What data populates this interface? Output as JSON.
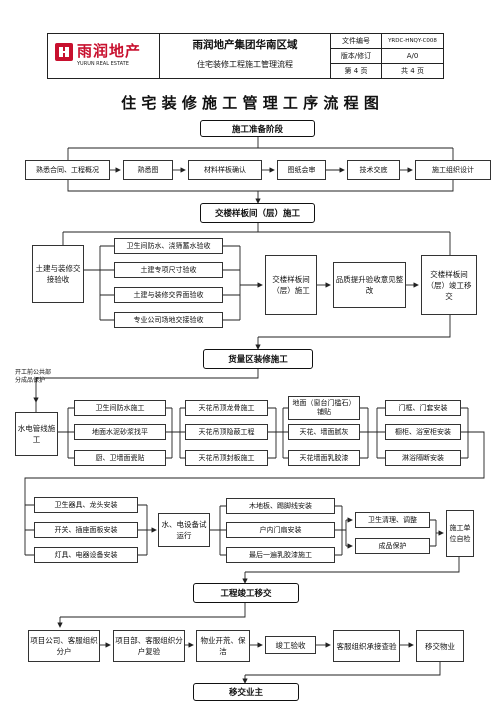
{
  "header": {
    "logo_cn": "雨润地产",
    "logo_en": "YURUN REAL ESTATE",
    "company": "雨润地产集团华南区域",
    "doc_name": "住宅装修工程施工管理流程",
    "meta": [
      {
        "label": "文件编号",
        "value": "YRDC-HNQY-C008"
      },
      {
        "label": "版本/修订",
        "value": "A/0"
      },
      {
        "label": "第 4 页",
        "value": "共 4 页"
      }
    ]
  },
  "title": "住 宅 装 修 施 工 管 理 工 序 流 程 图",
  "stages": {
    "s1": "施工准备阶段",
    "s2": "交楼样板间（层）施工",
    "s3": "货量区装修施工",
    "s4": "工程竣工移交",
    "s5": "移交业主"
  },
  "prep": [
    "熟悉合同、工程概况",
    "熟悉图",
    "材料样板确认",
    "图纸会审",
    "技术交底",
    "施工组织设计"
  ],
  "sample": {
    "handover": "土建与装修交接验收",
    "checks": [
      "卫生间防水、浇筛蓄水验收",
      "土建专项尺寸验收",
      "土建与装修交界面验收",
      "专业公司场地交接验收"
    ],
    "construct": "交楼样板间（层）施工",
    "improve": "品质提升验收意见整改",
    "complete": "交楼样板间（层）竣工移交"
  },
  "mass": {
    "note": "开工前公共部分成品保护",
    "utility": "水电管线施工",
    "col1": [
      "卫生间防水施工",
      "地面水泥砂浆找平",
      "厨、卫墙面瓷贴"
    ],
    "col2": [
      "天花吊顶龙骨施工",
      "天花吊顶隐蔽工程",
      "天花吊顶封板施工"
    ],
    "col3": [
      "地面（窗台门槛石）铺贴",
      "天花、墙面腻灰",
      "天花墙面乳胶漆"
    ],
    "col4": [
      "门框、门套安装",
      "橱柜、浴室柜安装",
      "淋浴隔断安装"
    ],
    "install": [
      "卫生器具、龙头安装",
      "开关、插座面板安装",
      "灯具、电器设备安装"
    ],
    "test": "水、电设备试运行",
    "finish": [
      "木地板、踢脚线安装",
      "户内门扇安装",
      "最后一遍乳胶漆施工"
    ],
    "clean": "卫生清理、调整",
    "protect": "成品保护",
    "selfcheck": "施工单位自检"
  },
  "handover": [
    "项目公司、客服组织分户",
    "项目部、客服组织分户复验",
    "物业开荒、保洁",
    "竣工验收",
    "客服组织承接查验",
    "移交物业"
  ]
}
